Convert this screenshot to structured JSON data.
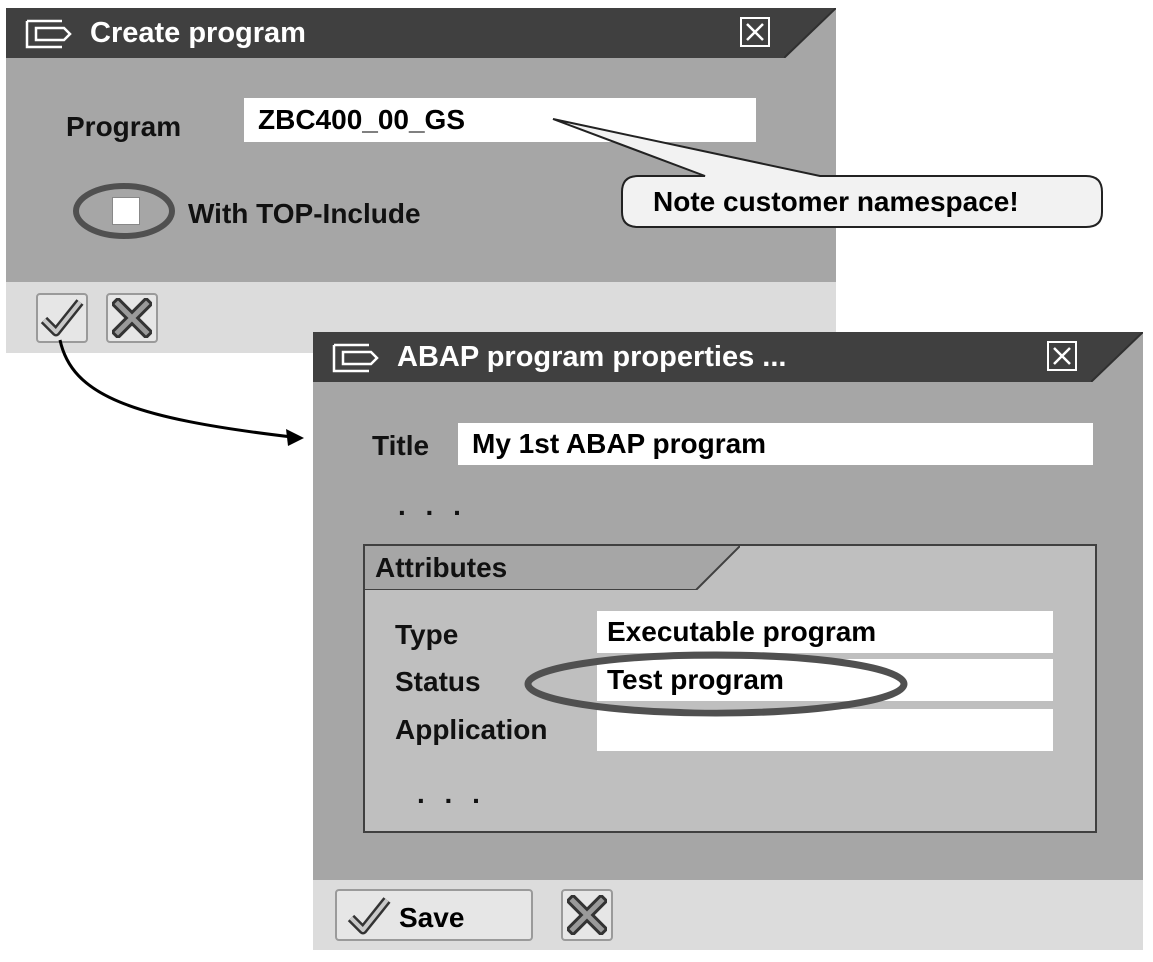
{
  "create_dialog": {
    "title": "Create program",
    "program_label": "Program",
    "program_value": "ZBC400_00_GS",
    "top_include_label": "With TOP-Include"
  },
  "callout": {
    "text": "Note customer namespace!"
  },
  "properties_dialog": {
    "title": "ABAP program properties ...",
    "title_label": "Title",
    "title_value": "My 1st ABAP program",
    "ellipsis": ". . .",
    "attributes": {
      "heading": "Attributes",
      "type_label": "Type",
      "type_value": "Executable program",
      "status_label": "Status",
      "status_value": "Test program",
      "application_label": "Application",
      "application_value": "",
      "ellipsis": ". . ."
    },
    "save_label": "Save"
  },
  "icons": {
    "dialog_icon": "dialog-window-icon",
    "close": "close-icon",
    "confirm": "checkmark-icon",
    "cancel": "cancel-x-icon"
  },
  "colors": {
    "titlebar": "#404040",
    "dialog_body": "#a6a6a6",
    "footer": "#dcdcdc",
    "highlight_ring": "#505050"
  }
}
